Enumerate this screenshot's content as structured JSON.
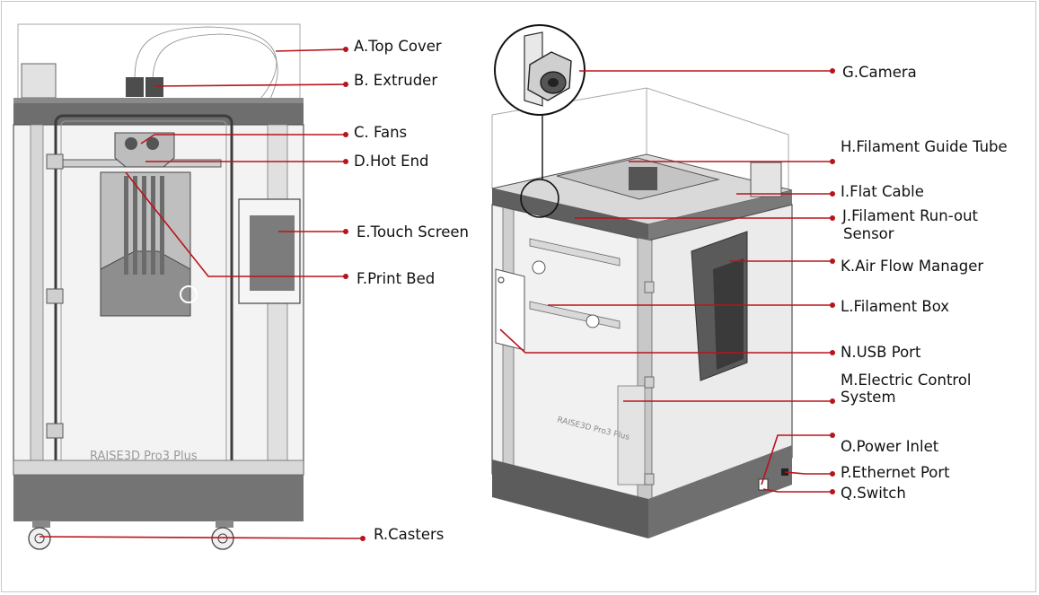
{
  "colors": {
    "leader": "#b8141b",
    "frame_border": "#c8c8c8",
    "printer_dark": "#6e6e6e",
    "printer_body": "#e9e9e9",
    "text": "#111111"
  },
  "front_view": {
    "brand_text": "RAISE3D  Pro3 Plus",
    "callouts": [
      {
        "id": "A",
        "label": "A.Top Cover"
      },
      {
        "id": "B",
        "label": "B. Extruder"
      },
      {
        "id": "C",
        "label": "C. Fans"
      },
      {
        "id": "D",
        "label": "D.Hot End"
      },
      {
        "id": "E",
        "label": "E.Touch Screen"
      },
      {
        "id": "F",
        "label": "F.Print Bed"
      },
      {
        "id": "R",
        "label": "R.Casters"
      }
    ]
  },
  "iso_view": {
    "side_brand_text": "RAISE3D Pro3 Plus",
    "callouts": [
      {
        "id": "G",
        "label": "G.Camera"
      },
      {
        "id": "H",
        "label": "H.Filament Guide Tube"
      },
      {
        "id": "I",
        "label": "I.Flat Cable"
      },
      {
        "id": "J",
        "label": [
          "J.Filament Run-out",
          "Sensor"
        ]
      },
      {
        "id": "K",
        "label": "K.Air Flow Manager"
      },
      {
        "id": "L",
        "label": "L.Filament Box"
      },
      {
        "id": "N",
        "label": "N.USB Port"
      },
      {
        "id": "M",
        "label": [
          "M.Electric Control",
          "System"
        ]
      },
      {
        "id": "O",
        "label": "O.Power Inlet"
      },
      {
        "id": "P",
        "label": "P.Ethernet Port"
      },
      {
        "id": "Q",
        "label": "Q.Switch"
      }
    ]
  }
}
